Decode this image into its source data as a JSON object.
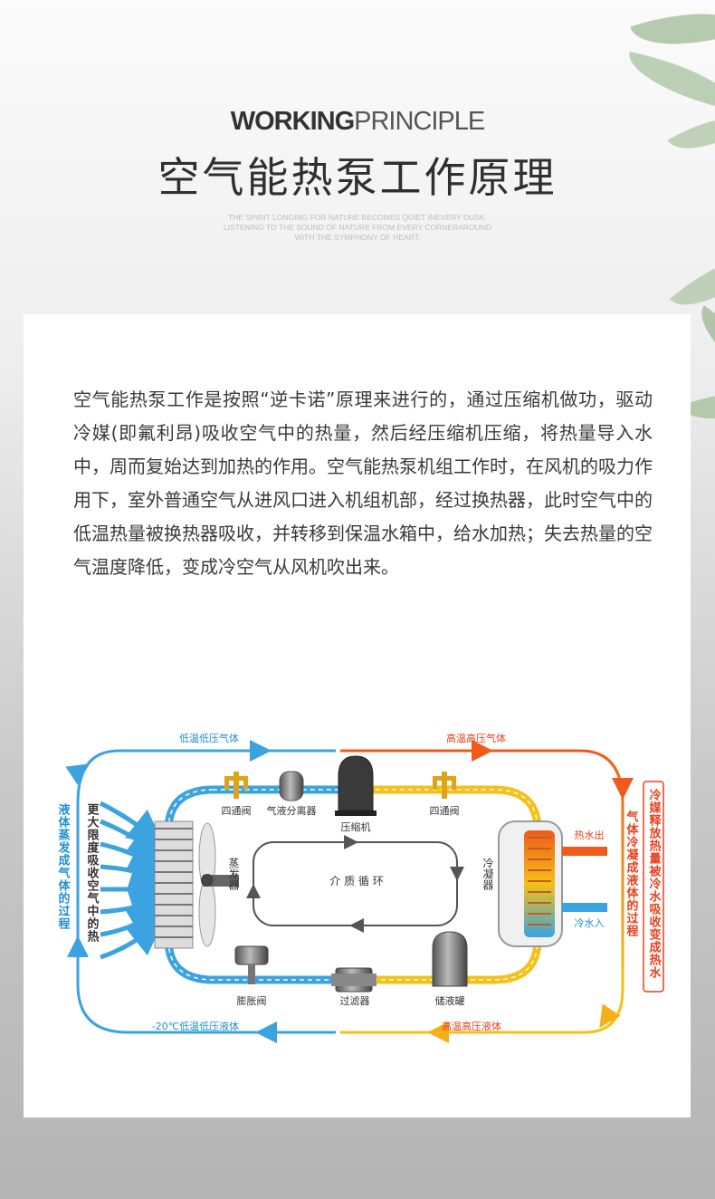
{
  "header": {
    "en_bold": "WORKING",
    "en_light": "PRINCIPLE",
    "title_cn": "空气能热泵工作原理",
    "subtitle_lines": [
      "THE SPIRIT LONGING FOR NATURE BECOMES QUIET INEVERY DUSK.",
      "LISTENING TO THE SOUND OF NATURE FROM EVERY CORNERAROUND",
      "WITH THE SYMPHONY OF HEART."
    ]
  },
  "description": "空气能热泵工作是按照“逆卡诺”原理来进行的，通过压缩机做功，驱动冷媒(即氟利昂)吸收空气中的热量，然后经压缩机压缩，将热量导入水中，周而复始达到加热的作用。空气能热泵机组工作时，在风机的吸力作用下，室外普通空气从进风口进入机组机部，经过换热器，此时空气中的低温热量被换热器吸收，并转移到保温水箱中，给水加热；失去热量的空气温度降低，变成冷空气从风机吹出来。",
  "diagram": {
    "top_left_label": "低温低压气体",
    "top_right_label": "高温高压气体",
    "bottom_left_label": "-20℃低温低压液体",
    "bottom_right_label": "高温高压液体",
    "left_outer_label": "液体蒸发成气体的过程",
    "left_inner_label": "更大限度吸收空气中的热",
    "right_inner_label": "气体冷凝成液体的过程",
    "right_outer_label": "冷媒释放热量被冷水吸收变成热水",
    "center_label": "介 质 循 环",
    "evaporator_label": "蒸发器",
    "condenser_label": "冷凝器",
    "hot_water_label": "热水出",
    "cold_water_label": "冷水入",
    "components": {
      "four_way_valve_left": "四通阀",
      "gas_liquid_separator": "气液分离器",
      "compressor": "压缩机",
      "four_way_valve_right": "四通阀",
      "expansion_valve": "膨胀阀",
      "filter": "过滤器",
      "liquid_receiver": "储液罐"
    },
    "colors": {
      "cold_blue": "#3ba3e0",
      "hot_orange": "#f05a1a",
      "warm_yellow": "#f5c018",
      "label_cold": "#1f8fd6",
      "label_hot": "#e8401c"
    }
  }
}
